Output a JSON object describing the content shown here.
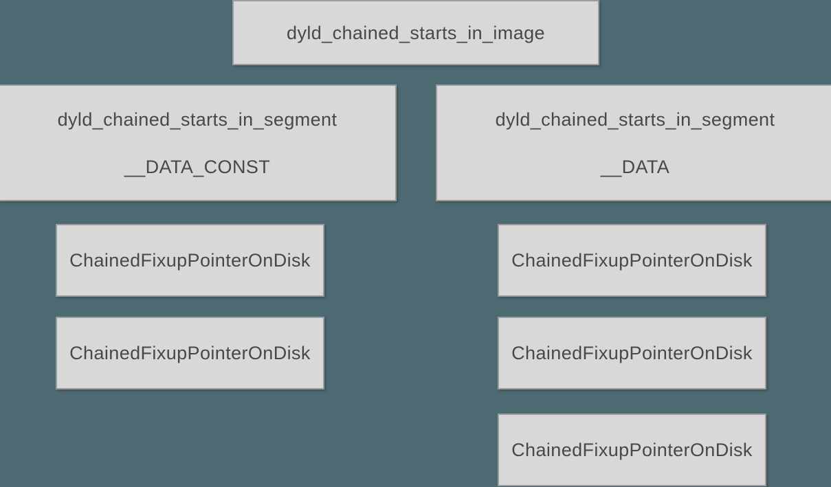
{
  "colors": {
    "background": "#4d6972",
    "box_fill": "#d8d8d8",
    "box_border": "#9c9c9c",
    "text": "#484848"
  },
  "diagram": {
    "root": {
      "label": "dyld_chained_starts_in_image"
    },
    "segments": [
      {
        "label": "dyld_chained_starts_in_segment",
        "segment_name": "__DATA_CONST",
        "pointers": [
          "ChainedFixupPointerOnDisk",
          "ChainedFixupPointerOnDisk"
        ]
      },
      {
        "label": "dyld_chained_starts_in_segment",
        "segment_name": "__DATA",
        "pointers": [
          "ChainedFixupPointerOnDisk",
          "ChainedFixupPointerOnDisk",
          "ChainedFixupPointerOnDisk"
        ]
      }
    ]
  }
}
